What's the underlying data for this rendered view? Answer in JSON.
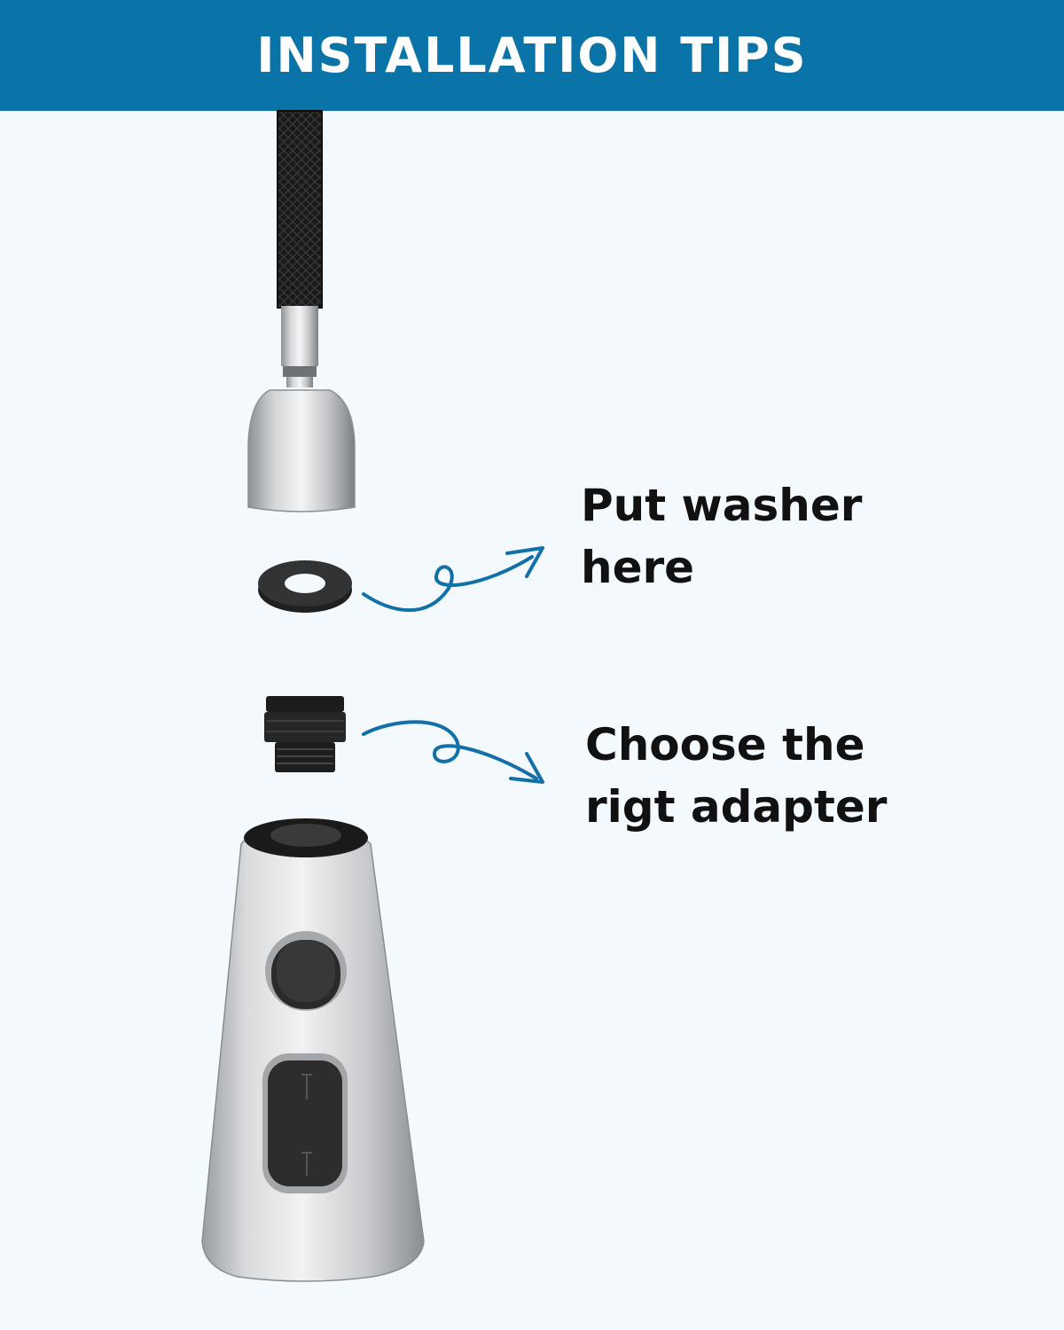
{
  "header": {
    "title": "INSTALLATION TIPS"
  },
  "callouts": {
    "washer": {
      "line1": "Put washer",
      "line2": "here"
    },
    "adapter": {
      "line1": "Choose the",
      "line2": "rigt adapter"
    }
  },
  "colors": {
    "header_bg": "#0a74a9",
    "page_bg": "#f3f9fd",
    "arrow": "#1170a8",
    "text": "#111111"
  },
  "icons": [
    "hose-illustration",
    "hose-connector-illustration",
    "washer-illustration",
    "adapter-illustration",
    "sprayer-head-illustration",
    "curly-arrow-icon"
  ]
}
